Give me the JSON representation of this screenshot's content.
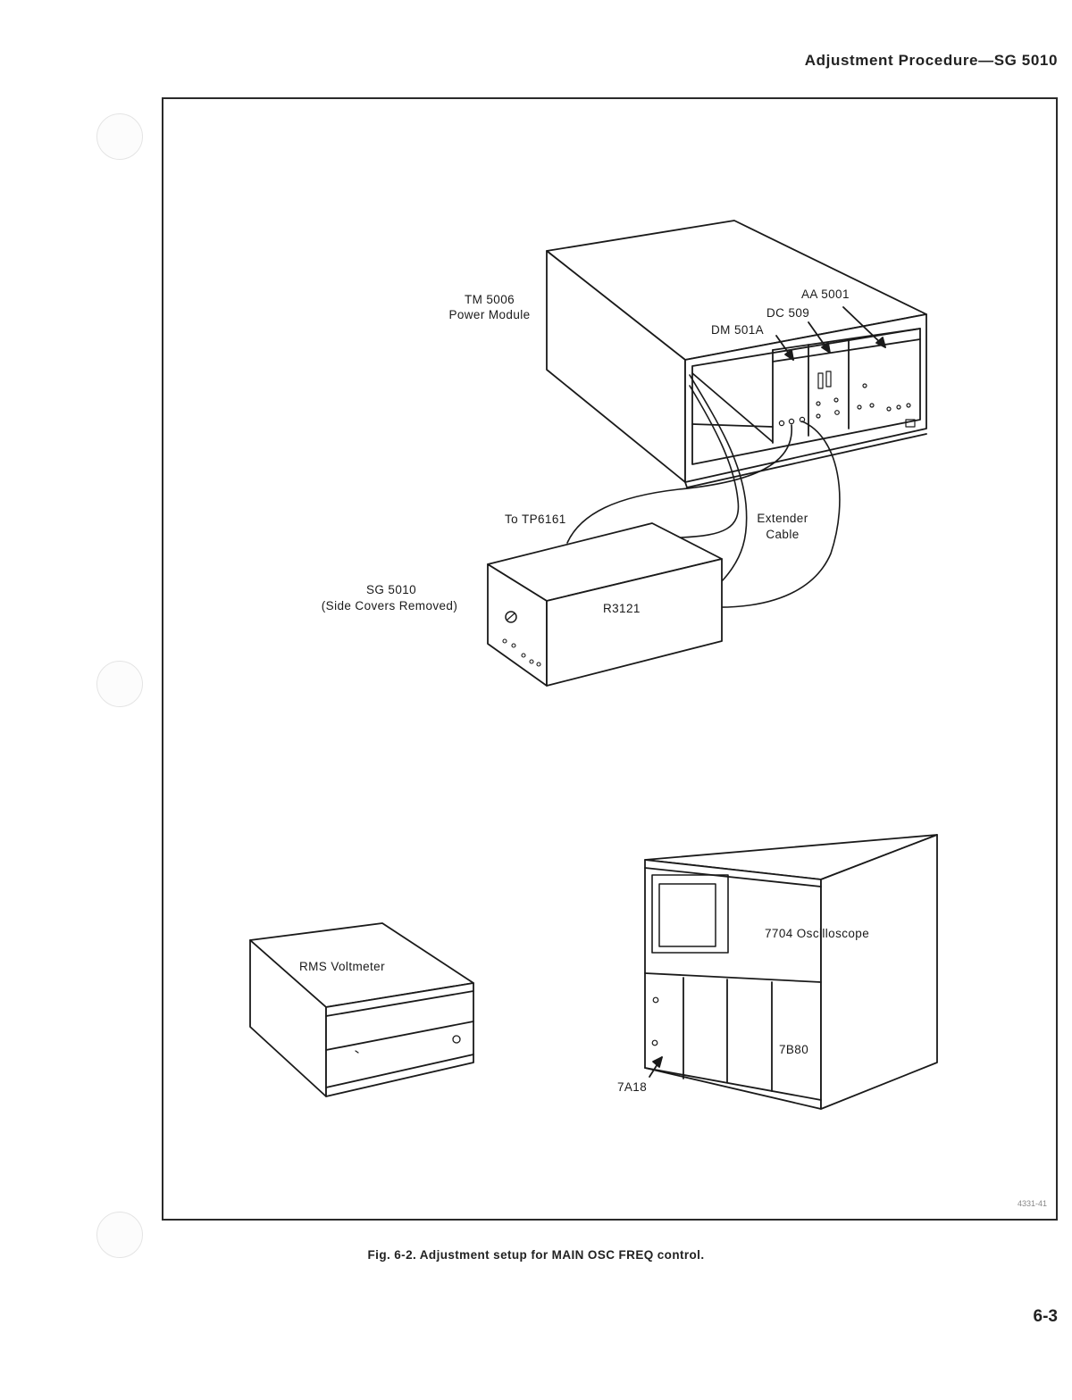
{
  "header": {
    "title": "Adjustment Procedure—SG 5010"
  },
  "figure": {
    "labels": {
      "tm5006": [
        "TM 5006",
        "Power Module"
      ],
      "aa5001": "AA 5001",
      "dc509": "DC 509",
      "dm501a": "DM 501A",
      "to_tp6161": "To TP6161",
      "extender_cable": [
        "Extender",
        "Cable"
      ],
      "sg5010": [
        "SG 5010",
        "(Side Covers Removed)"
      ],
      "r3121": "R3121",
      "rms_voltmeter": "RMS Voltmeter",
      "oscilloscope": "7704 Oscilloscope",
      "plugin_7b80": "7B80",
      "plugin_7a18": "7A18"
    },
    "code": "4331-41"
  },
  "caption": "Fig. 6-2. Adjustment setup for MAIN OSC FREQ control.",
  "page_number": "6-3"
}
